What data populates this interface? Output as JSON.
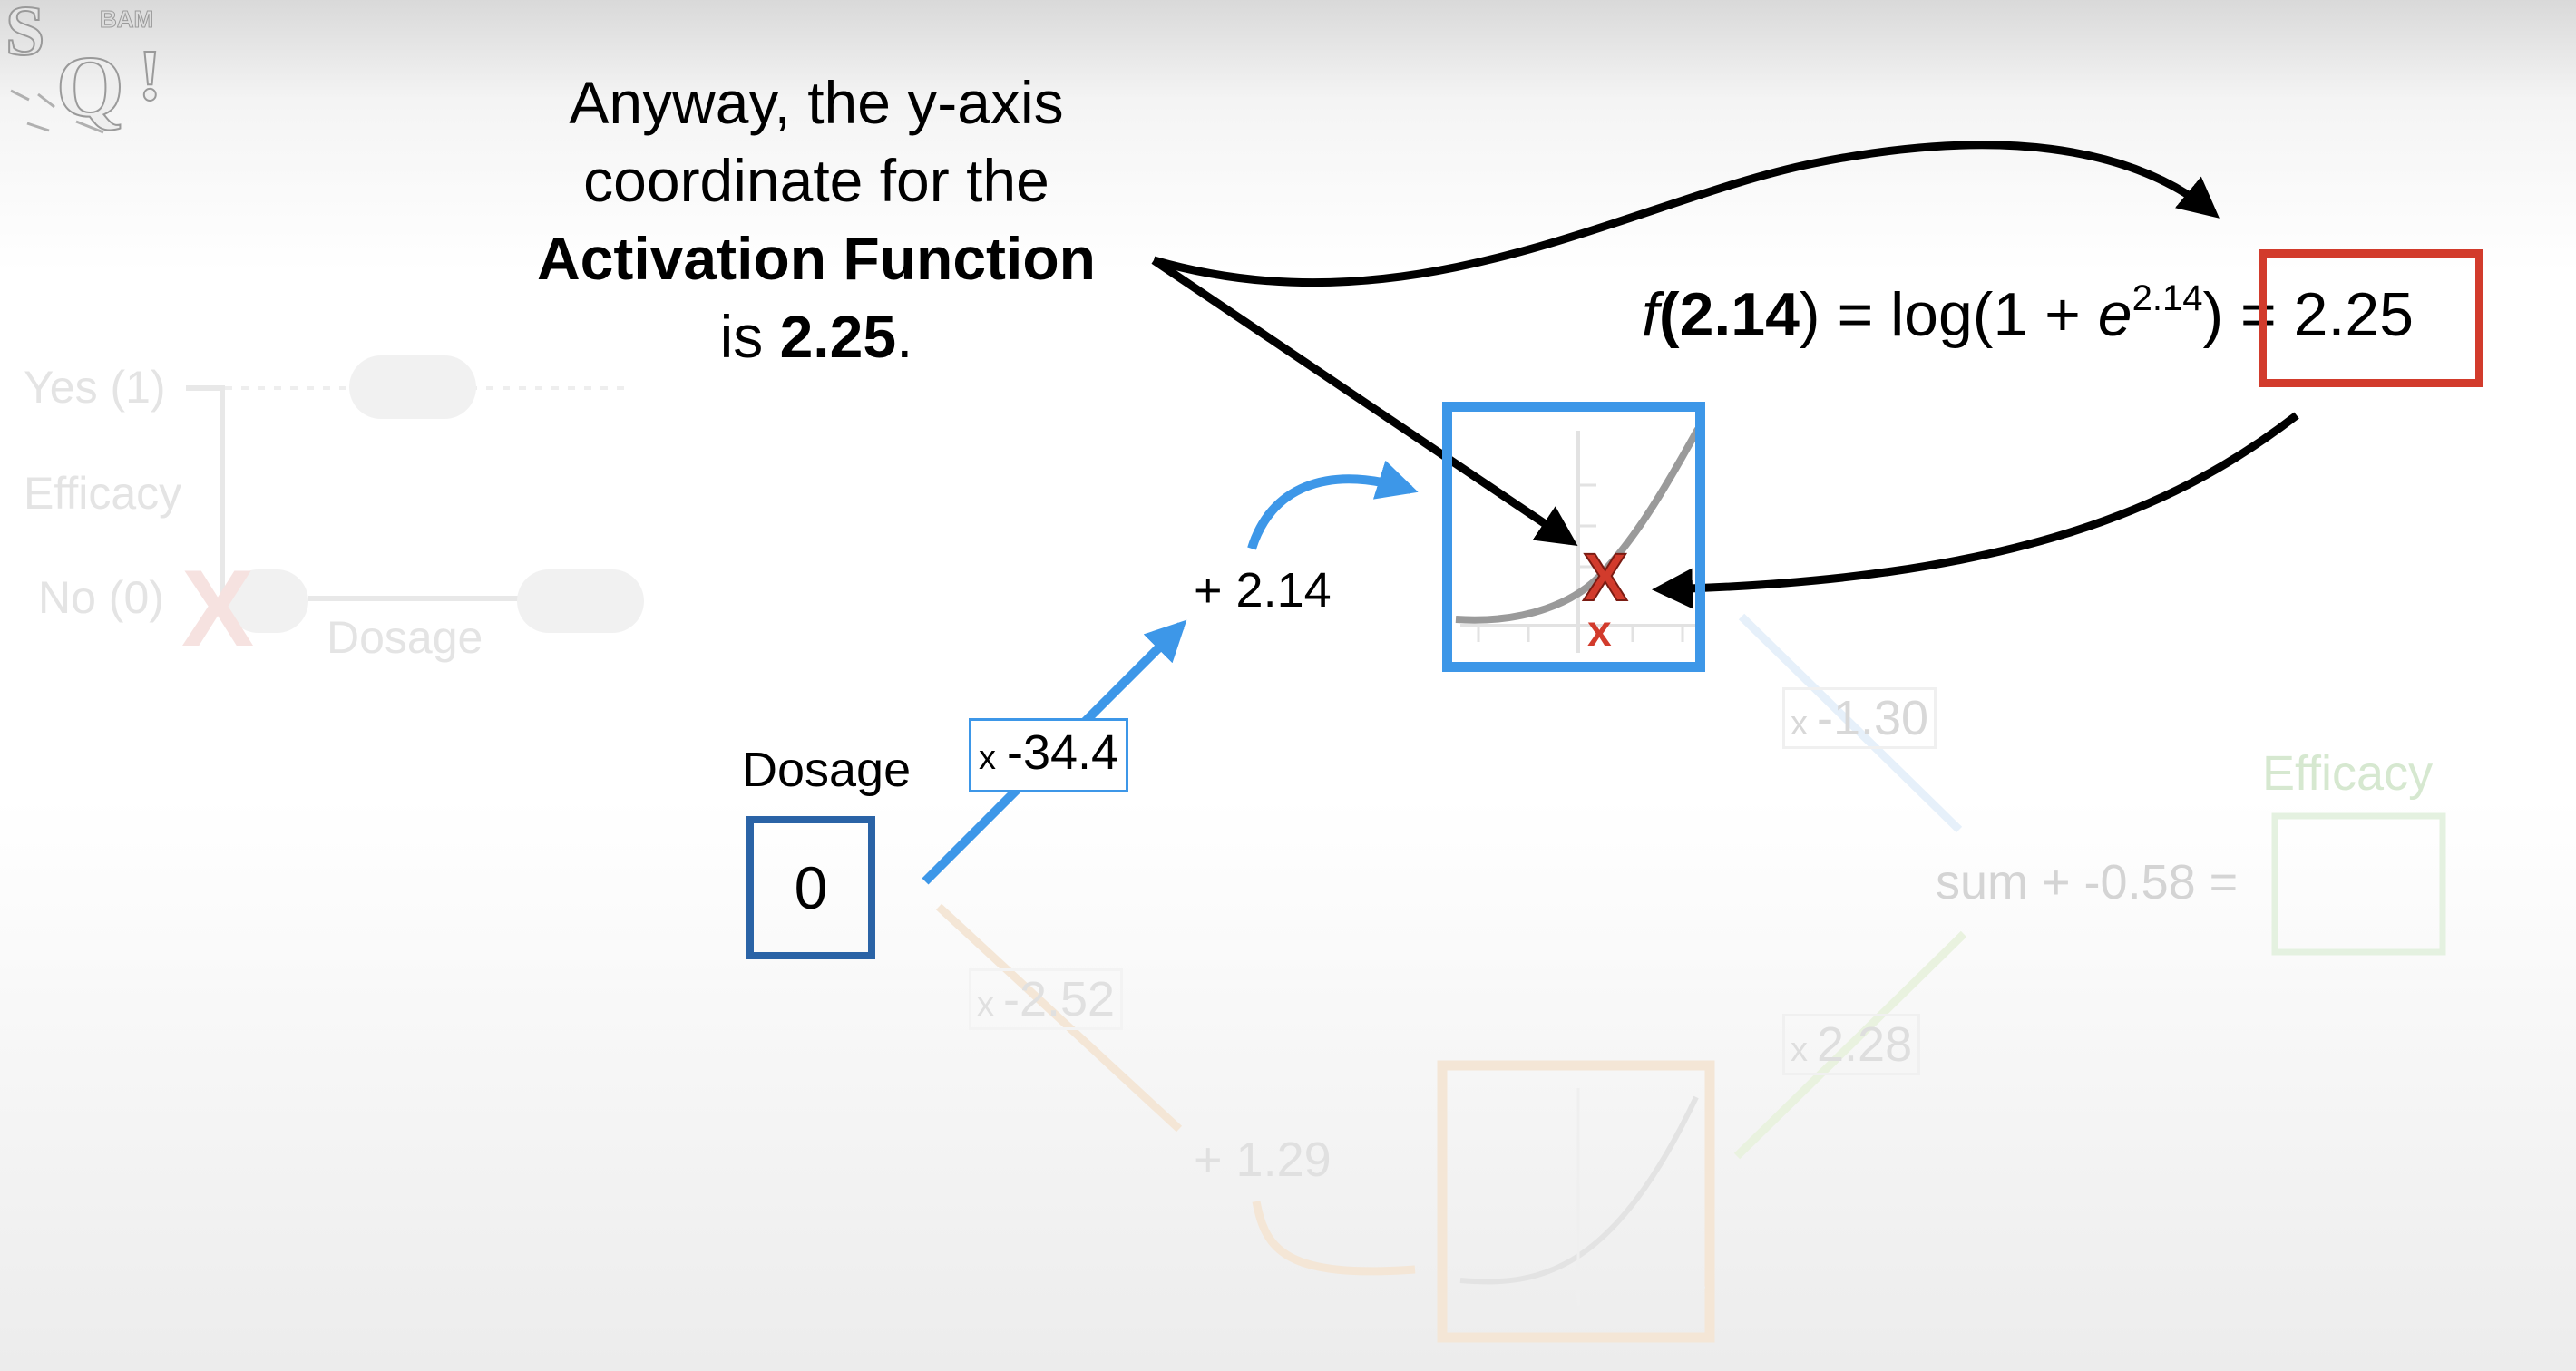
{
  "caption": {
    "line1": "Anyway, the y-axis",
    "line2": "coordinate for the",
    "line3": "Activation Function",
    "line4_prefix": "is ",
    "line4_value": "2.25",
    "line4_suffix": "."
  },
  "formula": {
    "f": "f",
    "open": "(",
    "arg": "2.14",
    "mid": ") = log(1 + ",
    "e": "e",
    "exp": "2.14",
    "close": ")",
    "result": "= 2.25"
  },
  "network": {
    "input_label": "Dosage",
    "input_value": "0",
    "weight_top_mult": "x",
    "weight_top": "-34.4",
    "bias_top": "+ 2.14",
    "weight_bottom_mult": "x",
    "weight_bottom": "-2.52",
    "bias_bottom": "+ 1.29",
    "weight_out_top_mult": "x",
    "weight_out_top": "-1.30",
    "weight_out_bottom_mult": "x",
    "weight_out_bottom": "2.28",
    "sum_label": "sum + -0.58 =",
    "output_label": "Efficacy"
  },
  "mini_graph": {
    "y_top": "Yes (1)",
    "y_mid": "Efficacy",
    "y_bottom": "No (0)",
    "x_label": "Dosage"
  },
  "colors": {
    "blue": "#3d97e8",
    "dark_blue": "#2a63a6",
    "red": "#d23b2c",
    "orange_faded": "#f1dcc4",
    "green_faded": "#dcedd8"
  }
}
